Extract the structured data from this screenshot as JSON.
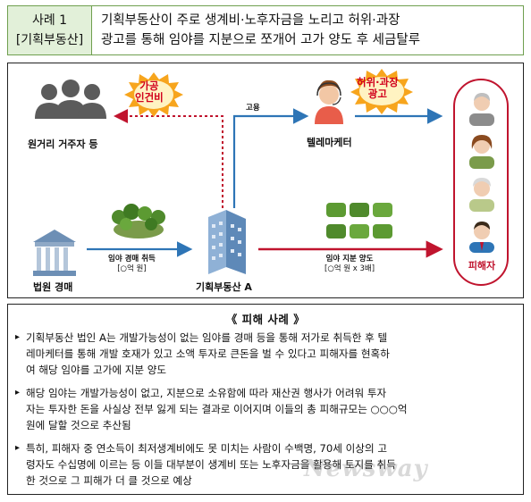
{
  "header": {
    "case_label": "사례 1",
    "case_type": "[기획부동산]",
    "title_line1": "기획부동산이 주로 생계비·노후자금을 노리고 허위·과장",
    "title_line2": "광고를 통해 임야를 지분으로 쪼개어 고가 양도 후 세금탈루"
  },
  "diagram": {
    "remote_residents": "원거리 거주자 등",
    "telemarketer": "텔레마케터",
    "court_auction": "법원 경매",
    "company": "기획부동산 A",
    "victims": "피해자",
    "hire": "고용",
    "fake_wage_line1": "가공",
    "fake_wage_line2": "인건비",
    "false_ad_line1": "허위·과장",
    "false_ad_line2": "광고",
    "acquire_line1": "임야 경매 취득",
    "acquire_line2": "[○억 원]",
    "transfer_line1": "임야 지분 양도",
    "transfer_line2": "[○억 원 x 3배]"
  },
  "details": {
    "title": "《 피해 사례 》",
    "bullets": [
      {
        "line1": "기획부동산 법인 A는 개발가능성이 없는 임야를 경매 등을 통해 저가로 취득한 후 텔",
        "line2": "레마케터를 통해 개발 호재가 있고 소액 투자로 큰돈을 벌 수 있다고 피해자를 현혹하",
        "line3": "여 해당 임야를 고가에 지분 양도"
      },
      {
        "line1": "해당 임야는 개발가능성이 없고, 지분으로 소유함에 따라 재산권 행사가 어려워 투자",
        "line2": "자는 투자한 돈을 사실상 전부 잃게 되는 결과로 이어지며 이들의 총 피해규모는 ○○○억",
        "line3": "원에 달할 것으로 추산됨"
      },
      {
        "line1": "특히, 피해자 중 연소득이 최저생계비에도 못 미치는 사람이 수백명, 70세 이상의 고",
        "line2": "령자도 수십명에 이르는 등 이들 대부분이 생계비 또는 노후자금을 활용해 토지를 취득",
        "line3": "한 것으로 그 피해가 더 클 것으로 예상"
      }
    ],
    "bullet_mark": "▸"
  },
  "watermark": "Newsway",
  "colors": {
    "header_green": "#e2f0d9",
    "border_green": "#6f9f4f",
    "arrow_blue": "#2e75b6",
    "arrow_red": "#c0142e",
    "burst_orange": "#f7a51d"
  }
}
